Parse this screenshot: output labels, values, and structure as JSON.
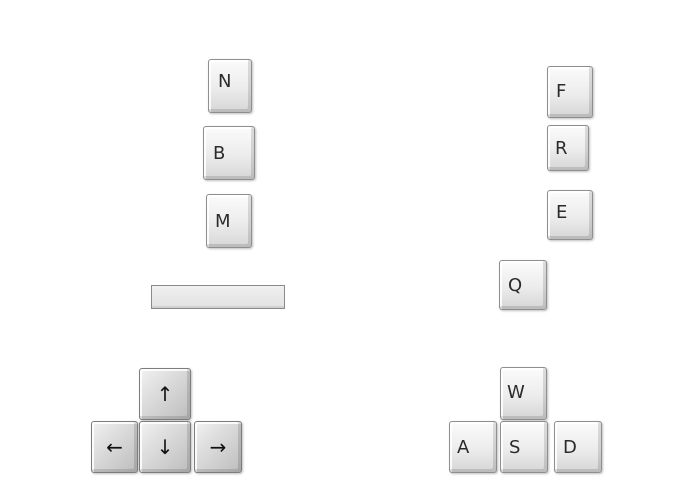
{
  "keys": {
    "n": "N",
    "b": "B",
    "m": "M",
    "f": "F",
    "r": "R",
    "e": "E",
    "q": "Q",
    "w": "W",
    "a": "A",
    "s": "S",
    "d": "D"
  },
  "arrows": {
    "up": "↑",
    "left": "←",
    "down": "↓",
    "right": "→"
  }
}
